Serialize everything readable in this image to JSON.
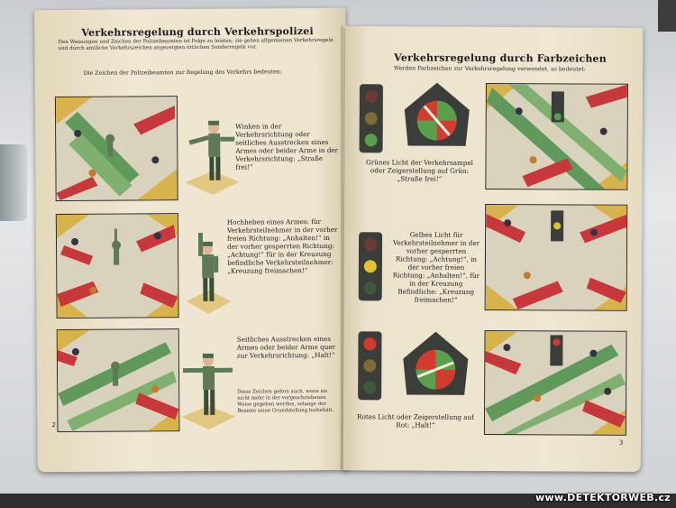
{
  "left_page": {
    "title": "Verkehrsregelung durch Verkehrspolizei",
    "intro": "Den Weisungen und Zeichen der Polizeibeamten ist Folge zu leisten; sie gehen allgemeinen Verkehrsregeln und durch amtliche Verkehrszeichen angezeigten örtlichen Sonderregeln vor.",
    "subtitle": "Die Zeichen der Polizeibeamten zur Regelung des Verkehrs bedeuten:",
    "captions": [
      "Winken in der Verkehrsrichtung oder seitliches Ausstrecken eines Armes oder beider Arme in der Verkehrsrichtung: „Straße frei!“",
      "Hochheben eines Armes: für Verkehrsteilnehmer in der vorher freien Richtung: „Anhalten!“ in der vorher gesperrten Richtung: „Achtung!“ für in der Kreuzung befindliche Verkehrsteilnehmer: „Kreuzung freimachen!“",
      "Seitliches Ausstrecken eines Armes oder beider Arme quer zur Verkehrsrichtung: „Halt!“"
    ],
    "footnote": "Diese Zeichen gelten auch, wenn sie nicht mehr in der vorgeschriebenen Weise gegeben werden, solange der Beamte seine Grundstellung beibehält.",
    "page_number": "2"
  },
  "right_page": {
    "title": "Verkehrsregelung durch Farbzeichen",
    "subtitle": "Werden Farbzeichen zur Verkehrsregelung verwendet, so bedeutet:",
    "captions": [
      "Grünes Licht der Verkehrsampel oder Zeigerstellung auf Grün: „Straße frei!“",
      "Gelbes Licht für Verkehrsteilnehmer in der vorher gesperrten Richtung: „Achtung!“, in der vorher freien Richtung: „Anhalten!“, für in der Kreuzung Befindliche: „Kreuzung freimachen!“",
      "Rotes Licht oder Zeigerstellung auf Rot: „Halt!“"
    ],
    "page_number": "3"
  },
  "watermark": "www.DETEKTORWEB.cz",
  "colors": {
    "paper": "#ece3cc",
    "road_green": "#5f9a5a",
    "road_red": "#c8373a",
    "police_uniform": "#5d7a55",
    "signal_red": "#d23b2e",
    "signal_yellow": "#e3c232",
    "signal_green": "#58a04b"
  }
}
